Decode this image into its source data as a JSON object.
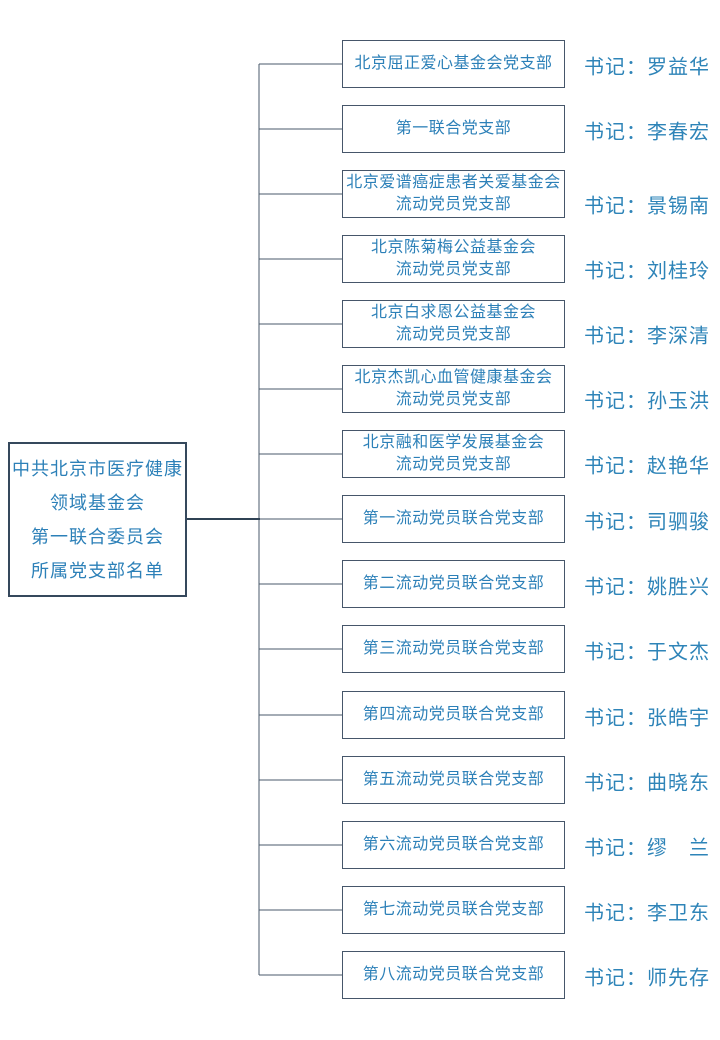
{
  "chart_title": "中共北京市医疗健康领域基金会第一联合委员会所属党支部名单",
  "root": {
    "lines": [
      "中共北京市医疗健康",
      "领域基金会",
      "第一联合委员会",
      "所属党支部名单"
    ]
  },
  "secretary_prefix": "书记：",
  "branches": [
    {
      "name_lines": [
        "北京屈正爱心基金会党支部"
      ],
      "secretary": "罗益华"
    },
    {
      "name_lines": [
        "第一联合党支部"
      ],
      "secretary": "李春宏"
    },
    {
      "name_lines": [
        "北京爱谱癌症患者关爱基金会",
        "流动党员党支部"
      ],
      "secretary": "景锡南"
    },
    {
      "name_lines": [
        "北京陈菊梅公益基金会",
        "流动党员党支部"
      ],
      "secretary": "刘桂玲"
    },
    {
      "name_lines": [
        "北京白求恩公益基金会",
        "流动党员党支部"
      ],
      "secretary": "李深清"
    },
    {
      "name_lines": [
        "北京杰凯心血管健康基金会",
        "流动党员党支部"
      ],
      "secretary": "孙玉洪"
    },
    {
      "name_lines": [
        "北京融和医学发展基金会",
        "流动党员党支部"
      ],
      "secretary": "赵艳华"
    },
    {
      "name_lines": [
        "第一流动党员联合党支部"
      ],
      "secretary": "司驷骏"
    },
    {
      "name_lines": [
        "第二流动党员联合党支部"
      ],
      "secretary": "姚胜兴"
    },
    {
      "name_lines": [
        "第三流动党员联合党支部"
      ],
      "secretary": "于文杰"
    },
    {
      "name_lines": [
        "第四流动党员联合党支部"
      ],
      "secretary": "张皓宇"
    },
    {
      "name_lines": [
        "第五流动党员联合党支部"
      ],
      "secretary": "曲晓东"
    },
    {
      "name_lines": [
        "第六流动党员联合党支部"
      ],
      "secretary": "缪　兰"
    },
    {
      "name_lines": [
        "第七流动党员联合党支部"
      ],
      "secretary": "李卫东"
    },
    {
      "name_lines": [
        "第八流动党员联合党支部"
      ],
      "secretary": "师先存"
    }
  ],
  "colors": {
    "background": "#ffffff",
    "node_text": "#2c80b8",
    "secretary_text": "#2e84b8",
    "box_border": "#46566a",
    "root_border": "#35485c",
    "line": "#4a5a6b",
    "root_line": "#2f4254"
  }
}
